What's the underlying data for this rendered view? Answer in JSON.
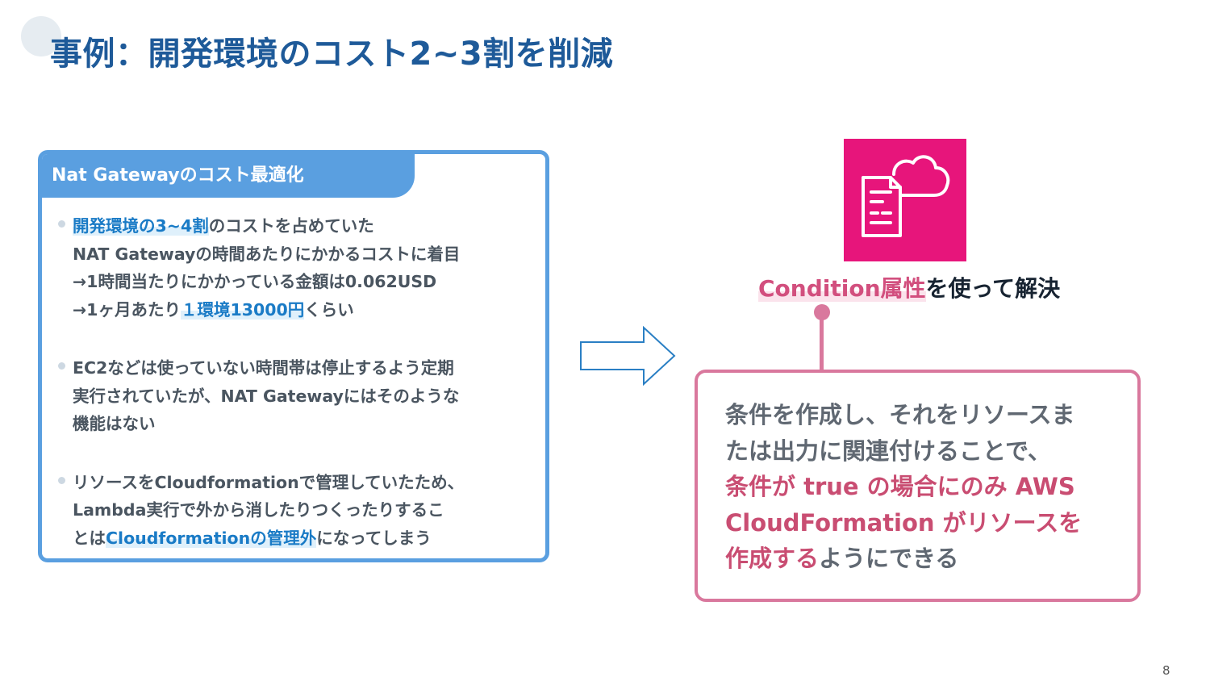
{
  "title": "事例：開発環境のコスト2~3割を削減",
  "left_card": {
    "header": "Nat Gatewayのコスト最適化",
    "bullets": [
      {
        "lines": [
          [
            {
              "text": "開発環境の3~4割",
              "hl": true
            },
            {
              "text": "のコストを占めていた",
              "hl": false
            }
          ],
          [
            {
              "text": "NAT Gatewayの時間あたりにかかるコストに着目",
              "hl": false
            }
          ],
          [
            {
              "text": "→1時間当たりにかかっている金額は0.062USD",
              "hl": false
            }
          ],
          [
            {
              "text": "→1ヶ月あたり",
              "hl": false
            },
            {
              "text": "１環境13000円",
              "hl": true
            },
            {
              "text": "くらい",
              "hl": false
            }
          ]
        ]
      },
      {
        "lines": [
          [
            {
              "text": "EC2などは使っていない時間帯は停止するよう定期",
              "hl": false
            }
          ],
          [
            {
              "text": "実行されていたが、NAT Gatewayにはそのような",
              "hl": false
            }
          ],
          [
            {
              "text": "機能はない",
              "hl": false
            }
          ]
        ]
      },
      {
        "lines": [
          [
            {
              "text": "リソースをCloudformationで管理していたため、",
              "hl": false
            }
          ],
          [
            {
              "text": "Lambda実行で外から消したりつくったりするこ",
              "hl": false
            }
          ],
          [
            {
              "text": "とは",
              "hl": false
            },
            {
              "text": "Cloudformationの管理外",
              "hl": true
            },
            {
              "text": "になってしまう",
              "hl": false
            }
          ]
        ]
      }
    ]
  },
  "icons": {
    "arrow": "right-arrow-outline-icon",
    "cloudformation": "aws-cloudformation-icon"
  },
  "condition_label": {
    "highlight": "Condition属性",
    "rest": "を使って解決"
  },
  "right_card": {
    "lines": [
      [
        {
          "text": "条件を作成し、それをリソースま",
          "style": "gray"
        }
      ],
      [
        {
          "text": "たは出力に関連付けることで、",
          "style": "gray"
        }
      ],
      [
        {
          "text": "条件が true の場合にのみ AWS",
          "style": "pink"
        }
      ],
      [
        {
          "text": "CloudFormation がリソースを",
          "style": "pink"
        }
      ],
      [
        {
          "text": "作成する",
          "style": "pink"
        },
        {
          "text": "ようにできる",
          "style": "gray"
        }
      ]
    ]
  },
  "colors": {
    "title": "#1e5a99",
    "card_blue": "#5a9fe0",
    "highlight_blue": "#1a7bc6",
    "pink": "#d24f7e",
    "cf_icon_bg": "#e7157b"
  },
  "page_number": "8"
}
